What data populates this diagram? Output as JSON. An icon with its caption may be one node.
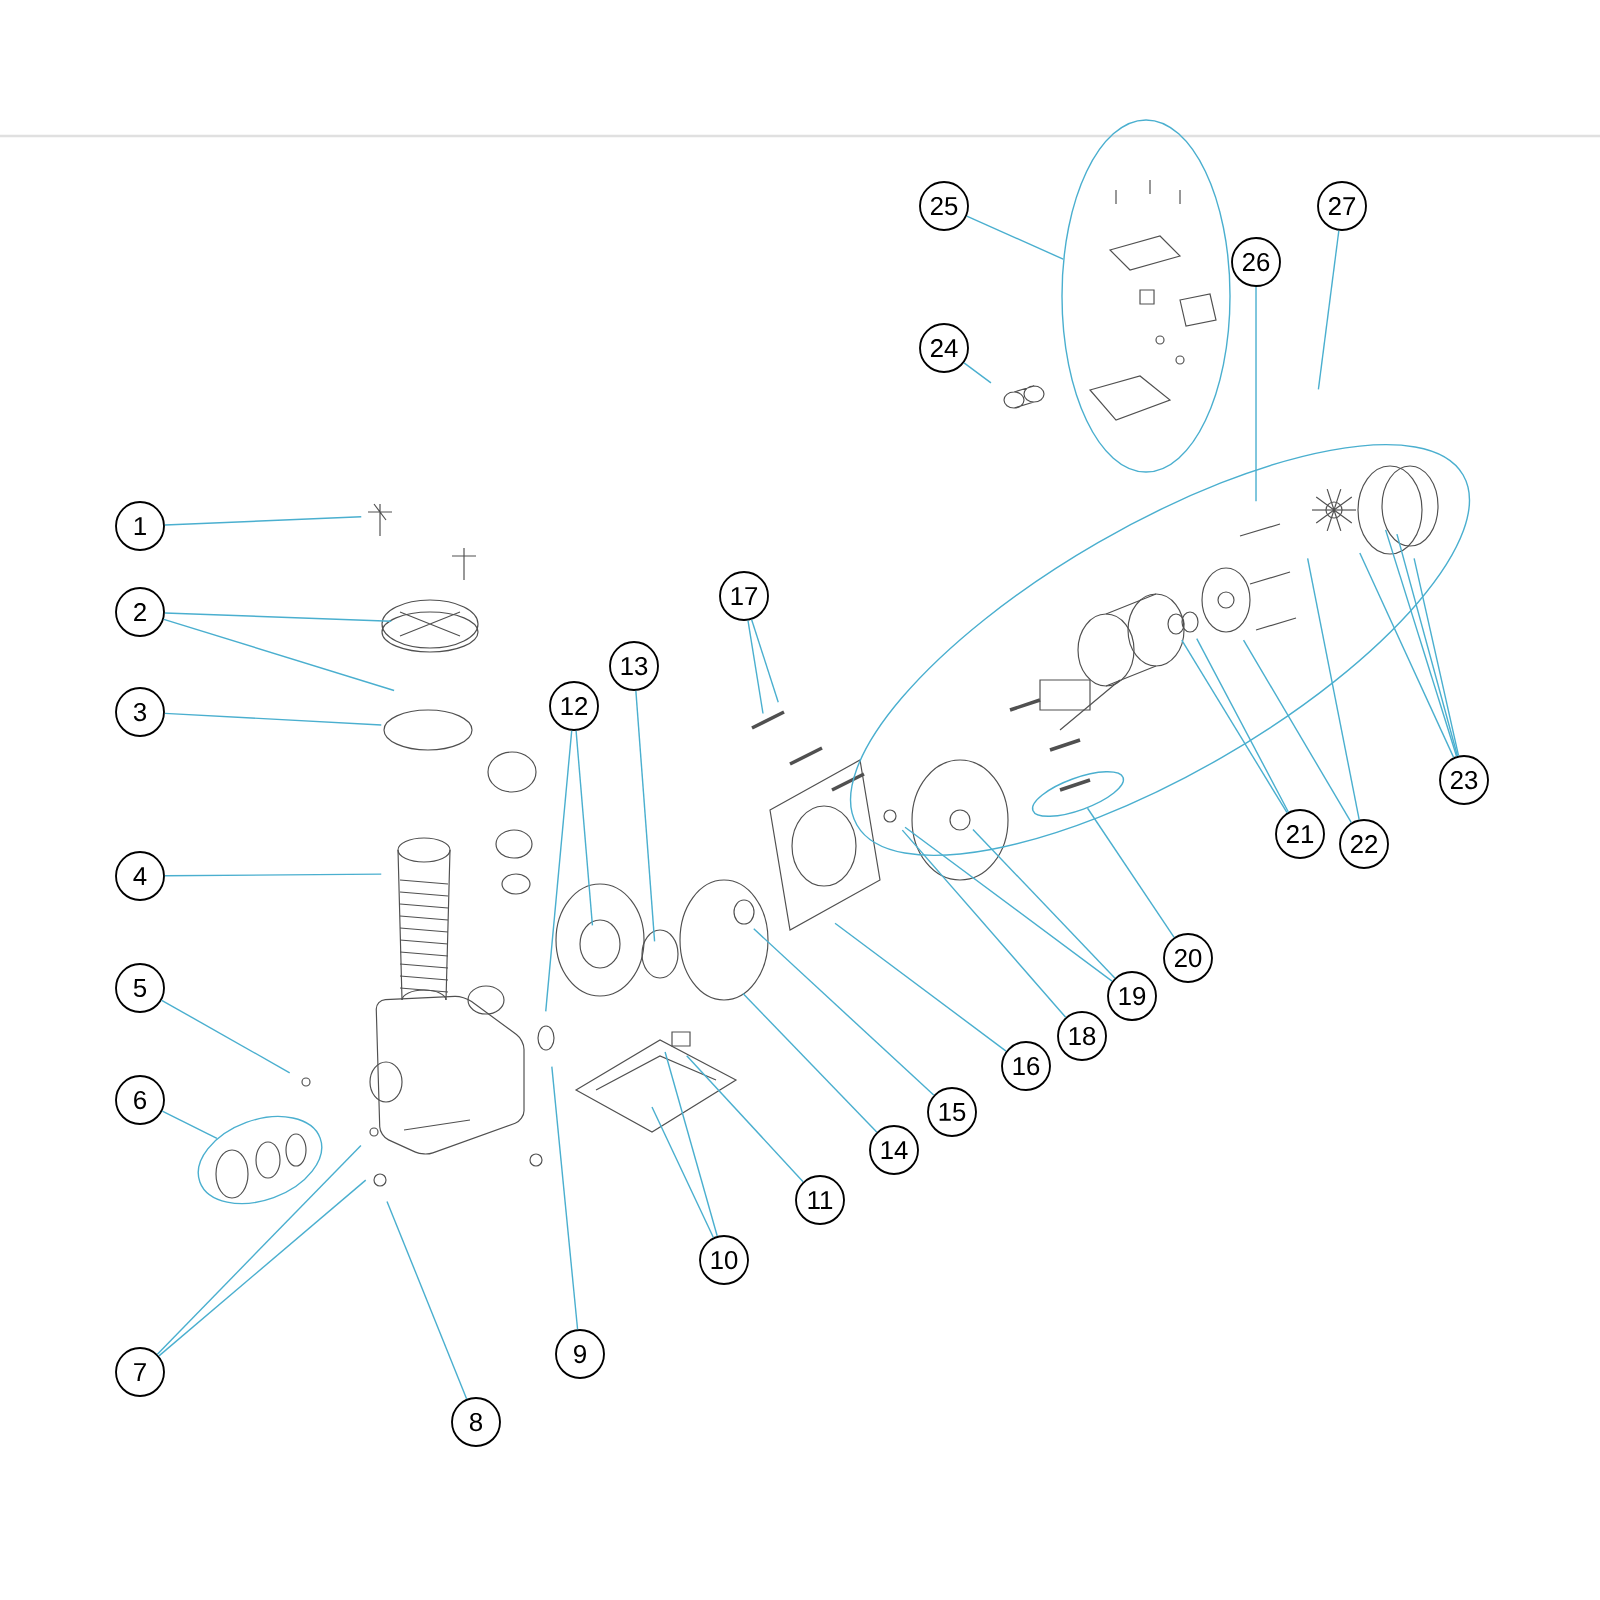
{
  "diagram": {
    "nodes": [
      {
        "text": [
          "1"
        ]
      },
      {
        "text": [
          "2"
        ]
      },
      {
        "text": [
          "3"
        ]
      },
      {
        "text": [
          "4"
        ]
      },
      {
        "text": [
          "5"
        ]
      },
      {
        "text": [
          "6"
        ]
      },
      {
        "text": [
          "7"
        ]
      },
      {
        "text": [
          "8"
        ]
      },
      {
        "text": [
          "9"
        ]
      },
      {
        "text": [
          "10"
        ]
      },
      {
        "text": [
          "11"
        ]
      },
      {
        "text": [
          "12"
        ]
      },
      {
        "text": [
          "13"
        ]
      },
      {
        "text": [
          "14"
        ]
      },
      {
        "text": [
          "15"
        ]
      },
      {
        "text": [
          "16"
        ]
      },
      {
        "text": [
          "17"
        ]
      },
      {
        "text": [
          "18"
        ]
      },
      {
        "text": [
          "19"
        ]
      },
      {
        "text": [
          "20"
        ]
      },
      {
        "text": [
          "21"
        ]
      },
      {
        "text": [
          "22"
        ]
      },
      {
        "text": [
          "23"
        ]
      },
      {
        "text": [
          "24"
        ]
      },
      {
        "text": [
          "25"
        ]
      },
      {
        "text": [
          "26"
        ]
      },
      {
        "text": [
          "27"
        ]
      },
      {
        "text": [],
        "shape": "ellipse"
      },
      {
        "text": [],
        "shape": "ellipse"
      },
      {
        "text": [],
        "shape": "ellipse"
      }
    ],
    "edges": [
      {
        "from": 0,
        "to": null,
        "arrow": "none"
      },
      {
        "from": 1,
        "to": null,
        "arrow": "none"
      },
      {
        "from": 1,
        "to": null,
        "arrow": "none"
      },
      {
        "from": 2,
        "to": null,
        "arrow": "none"
      },
      {
        "from": 3,
        "to": null,
        "arrow": "none"
      },
      {
        "from": 4,
        "to": null,
        "arrow": "none"
      },
      {
        "from": 5,
        "to": 27,
        "arrow": "none"
      },
      {
        "from": 6,
        "to": null,
        "arrow": "none"
      },
      {
        "from": 6,
        "to": null,
        "arrow": "none"
      },
      {
        "from": 7,
        "to": null,
        "arrow": "none"
      },
      {
        "from": 8,
        "to": null,
        "arrow": "none"
      },
      {
        "from": 9,
        "to": null,
        "arrow": "none"
      },
      {
        "from": 9,
        "to": null,
        "arrow": "none"
      },
      {
        "from": 10,
        "to": null,
        "arrow": "none"
      },
      {
        "from": 11,
        "to": null,
        "arrow": "none"
      },
      {
        "from": 11,
        "to": null,
        "arrow": "none"
      },
      {
        "from": 12,
        "to": null,
        "arrow": "none"
      },
      {
        "from": 13,
        "to": null,
        "arrow": "none"
      },
      {
        "from": 14,
        "to": null,
        "arrow": "none"
      },
      {
        "from": 15,
        "to": null,
        "arrow": "none"
      },
      {
        "from": 16,
        "to": null,
        "arrow": "none"
      },
      {
        "from": 16,
        "to": null,
        "arrow": "none"
      },
      {
        "from": 17,
        "to": null,
        "arrow": "none"
      },
      {
        "from": 18,
        "to": null,
        "arrow": "none"
      },
      {
        "from": 18,
        "to": null,
        "arrow": "none"
      },
      {
        "from": 19,
        "to": 29,
        "arrow": "none"
      },
      {
        "from": 20,
        "to": null,
        "arrow": "none"
      },
      {
        "from": 20,
        "to": null,
        "arrow": "none"
      },
      {
        "from": 21,
        "to": null,
        "arrow": "none"
      },
      {
        "from": 21,
        "to": null,
        "arrow": "none"
      },
      {
        "from": 22,
        "to": null,
        "arrow": "none"
      },
      {
        "from": 22,
        "to": null,
        "arrow": "none"
      },
      {
        "from": 22,
        "to": null,
        "arrow": "none"
      },
      {
        "from": 22,
        "to": null,
        "arrow": "none"
      },
      {
        "from": 23,
        "to": null,
        "arrow": "none"
      },
      {
        "from": 24,
        "to": 28,
        "arrow": "none"
      },
      {
        "from": 25,
        "to": null,
        "arrow": "none"
      },
      {
        "from": 26,
        "to": null,
        "arrow": "none"
      }
    ]
  }
}
